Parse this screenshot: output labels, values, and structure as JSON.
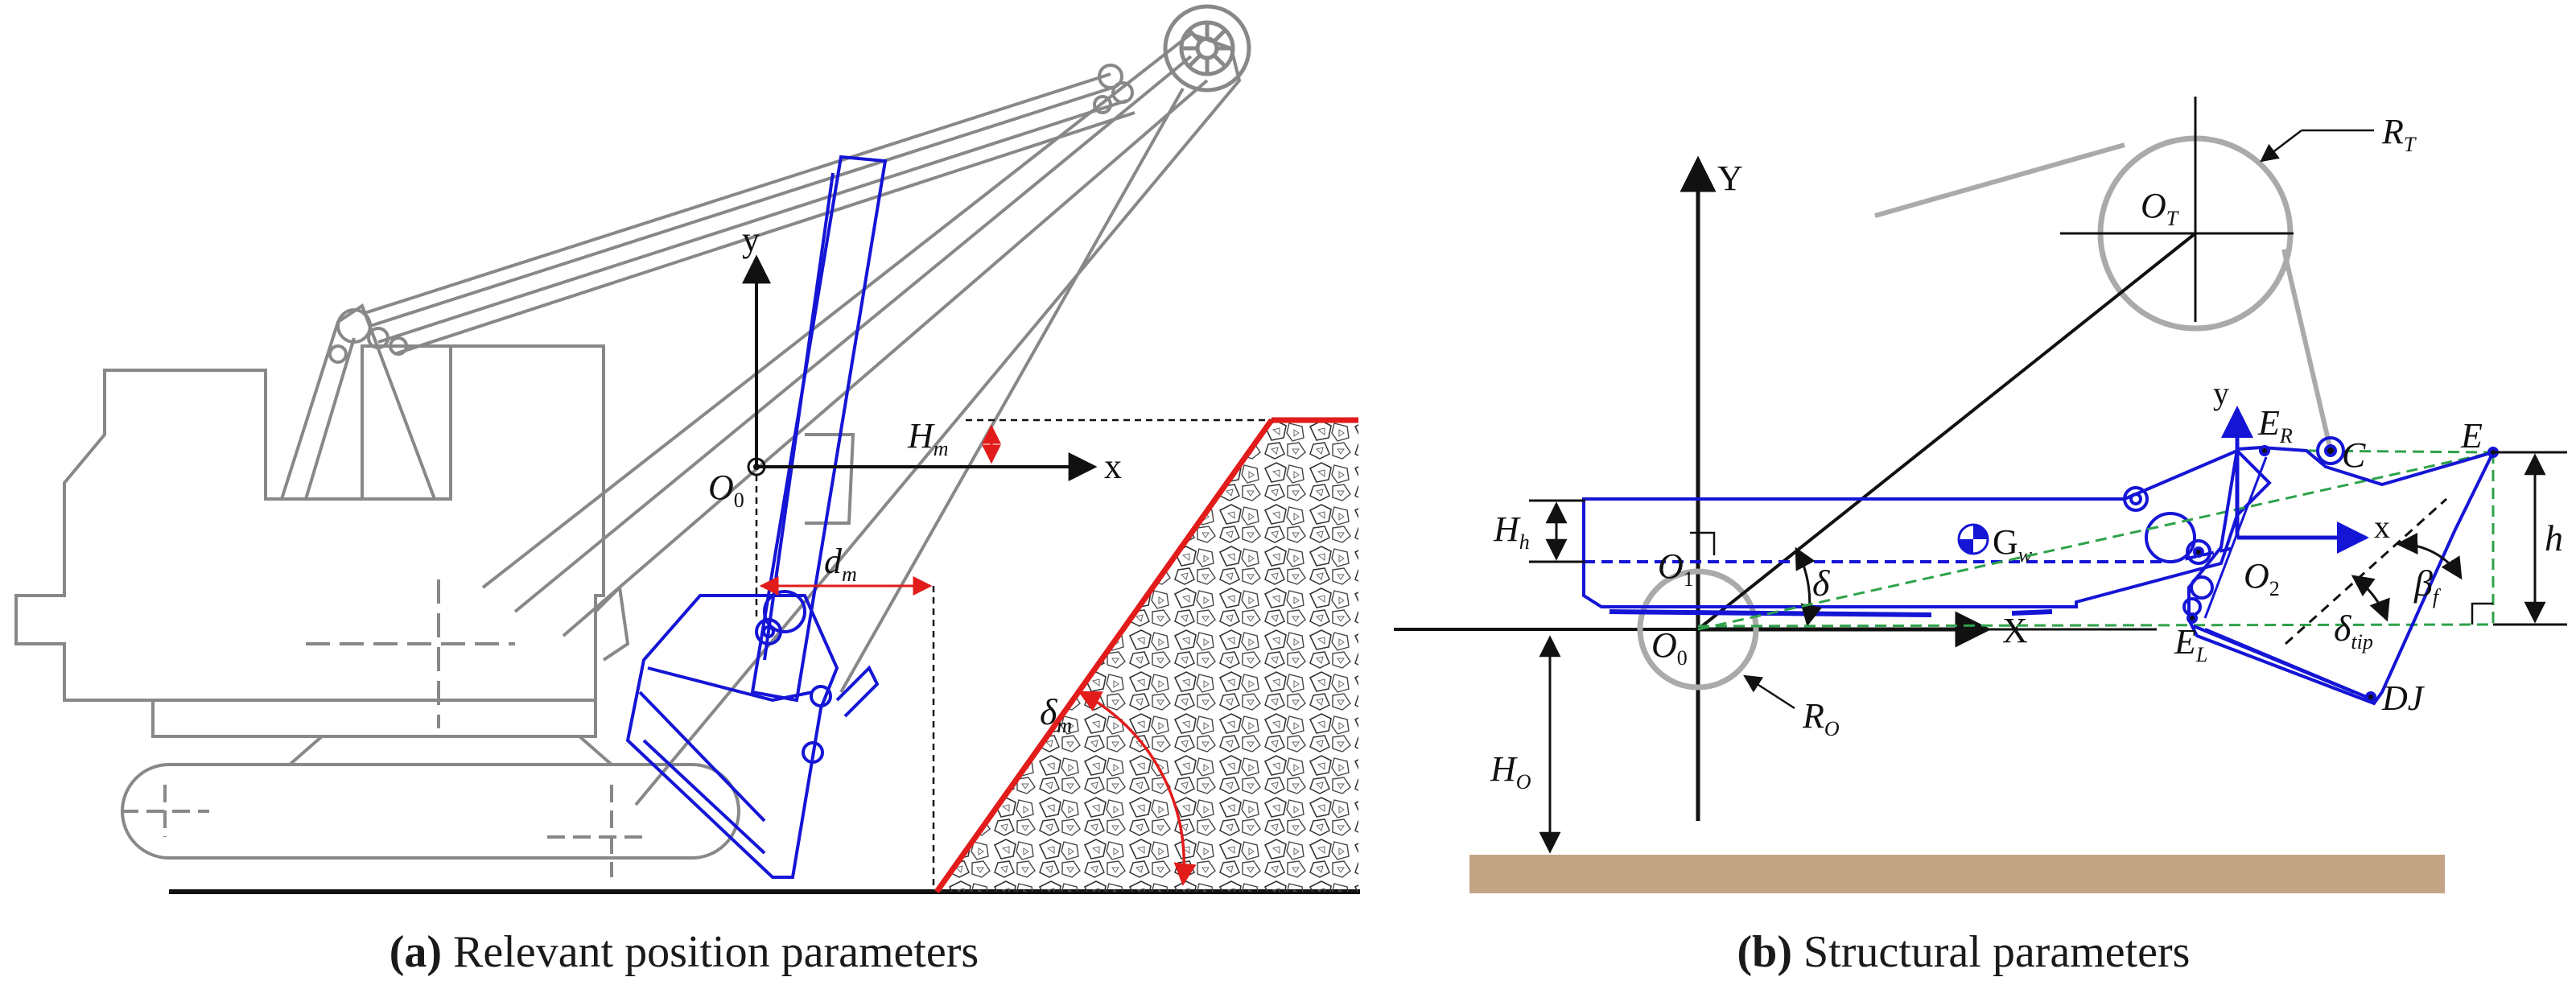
{
  "captions": {
    "a": {
      "tag": "(a)",
      "text": " Relevant position parameters"
    },
    "b": {
      "tag": "(b)",
      "text": " Structural parameters"
    }
  },
  "panel_a": {
    "labels": {
      "H": "H",
      "H_sub": "m",
      "x_axis": "x",
      "y_axis": "y",
      "O": "O",
      "O_sub": "0",
      "d": "d",
      "d_sub": "m",
      "delta": "δ",
      "delta_sub": "m"
    }
  },
  "panel_b": {
    "labels": {
      "Y_axis": "Y",
      "X_axis": "X",
      "y_axis": "y",
      "x_axis": "x",
      "RT": "R",
      "RT_sub": "T",
      "OT": "O",
      "OT_sub": "T",
      "ER": "E",
      "ER_sub": "R",
      "C": "C",
      "E": "E",
      "Hh": "H",
      "Hh_sub": "h",
      "O1": "O",
      "O1_sub": "1",
      "G": "G",
      "G_sub": "w",
      "delta": "δ",
      "O2": "O",
      "O2_sub": "2",
      "beta": "β",
      "beta_sub": "f",
      "h": "h",
      "O0": "O",
      "O0_sub": "0",
      "EL": "E",
      "EL_sub": "L",
      "dtip": "δ",
      "dtip_sub": "tip",
      "DJ": "DJ",
      "RO": "R",
      "RO_sub": "O",
      "HO": "H",
      "HO_sub": "O"
    }
  },
  "colors": {
    "machine": "#888888",
    "bucket": "#1515d6",
    "highlight": "#e21b1b",
    "ground": "#c3a586",
    "dashed_green": "#2ea24a"
  }
}
